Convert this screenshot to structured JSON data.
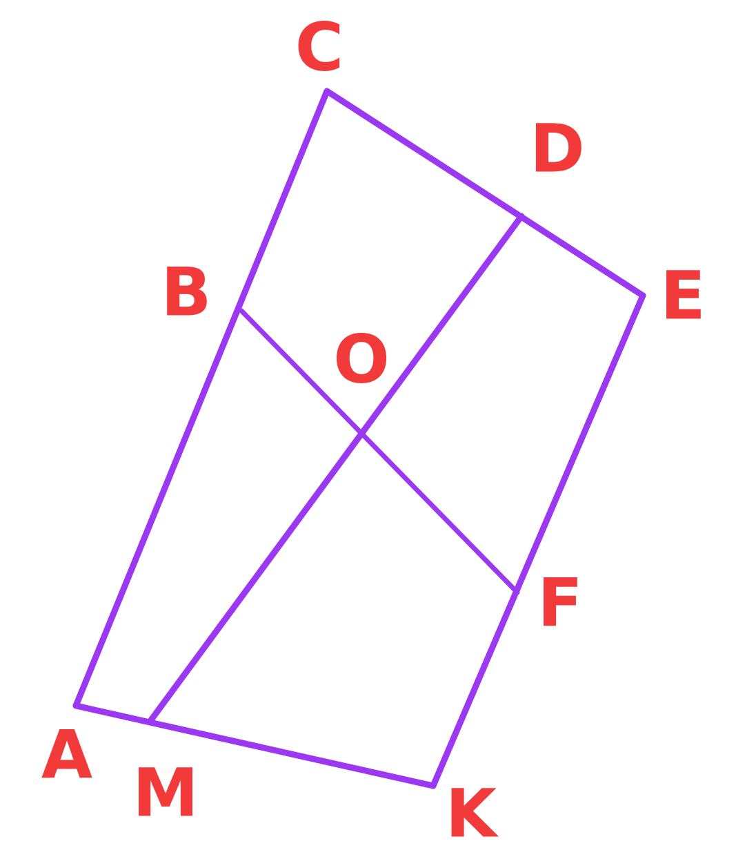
{
  "diagram": {
    "colors": {
      "line": "#9b38f2",
      "label": "#f23a3a",
      "background": "#ffffff"
    },
    "points": [
      {
        "id": "C",
        "label": "C"
      },
      {
        "id": "D",
        "label": "D"
      },
      {
        "id": "E",
        "label": "E"
      },
      {
        "id": "B",
        "label": "B"
      },
      {
        "id": "O",
        "label": "O"
      },
      {
        "id": "F",
        "label": "F"
      },
      {
        "id": "A",
        "label": "A"
      },
      {
        "id": "M",
        "label": "M"
      },
      {
        "id": "K",
        "label": "K"
      }
    ],
    "segments": [
      {
        "id": "A-C",
        "from": "A",
        "to": "C"
      },
      {
        "id": "C-E",
        "from": "C",
        "to": "E"
      },
      {
        "id": "E-K",
        "from": "E",
        "to": "K"
      },
      {
        "id": "K-A",
        "from": "K",
        "to": "A"
      },
      {
        "id": "B-F",
        "from": "B",
        "to": "F"
      },
      {
        "id": "M-D",
        "from": "M",
        "to": "D"
      }
    ]
  }
}
